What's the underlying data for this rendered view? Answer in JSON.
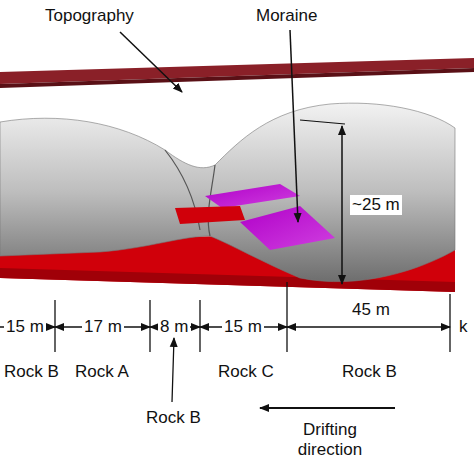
{
  "diagram": {
    "labels": [
      "Topography",
      "Moraine",
      "~25 m",
      "45 m",
      "15 m",
      "17 m",
      "8 m",
      "15 m",
      "Rock B",
      "Rock A",
      "Rock B",
      "Rock C",
      "Rock B",
      "k",
      "Drifting direction"
    ]
  }
}
